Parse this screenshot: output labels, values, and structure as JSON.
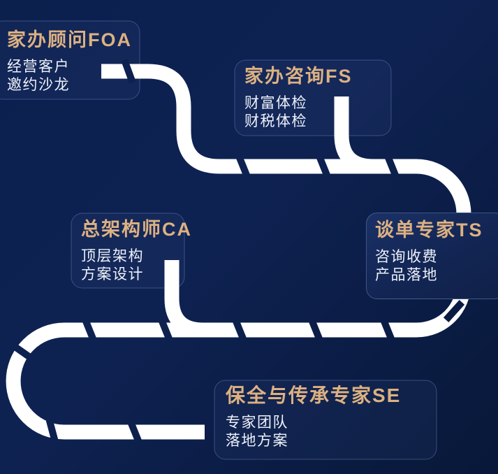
{
  "figure": {
    "kind": "roadmap-flow-diagram",
    "description": "Winding dashed road linking five family-office service roles"
  },
  "colors": {
    "background_start": "#0c204e",
    "background_mid": "#0e2252",
    "background_end": "#081839",
    "road": "#ffffff",
    "card_fill": "rgba(97,134,205,0.07)",
    "card_border": "rgba(137,166,225,0.35)",
    "title_gold": "#ddb182",
    "body_text": "#eef2fa"
  },
  "stages": [
    {
      "id": "foa",
      "title": "家办顾问FOA",
      "lines": [
        "经营客户",
        "邀约沙龙"
      ]
    },
    {
      "id": "fs",
      "title": "家办咨询FS",
      "lines": [
        "财富体检",
        "财税体检"
      ]
    },
    {
      "id": "ca",
      "title": "总架构师CA",
      "lines": [
        "顶层架构",
        "方案设计"
      ]
    },
    {
      "id": "ts",
      "title": "谈单专家TS",
      "lines": [
        "咨询收费",
        "产品落地"
      ]
    },
    {
      "id": "se",
      "title": "保全与传承专家SE",
      "lines": [
        "专家团队",
        "落地方案"
      ]
    }
  ]
}
